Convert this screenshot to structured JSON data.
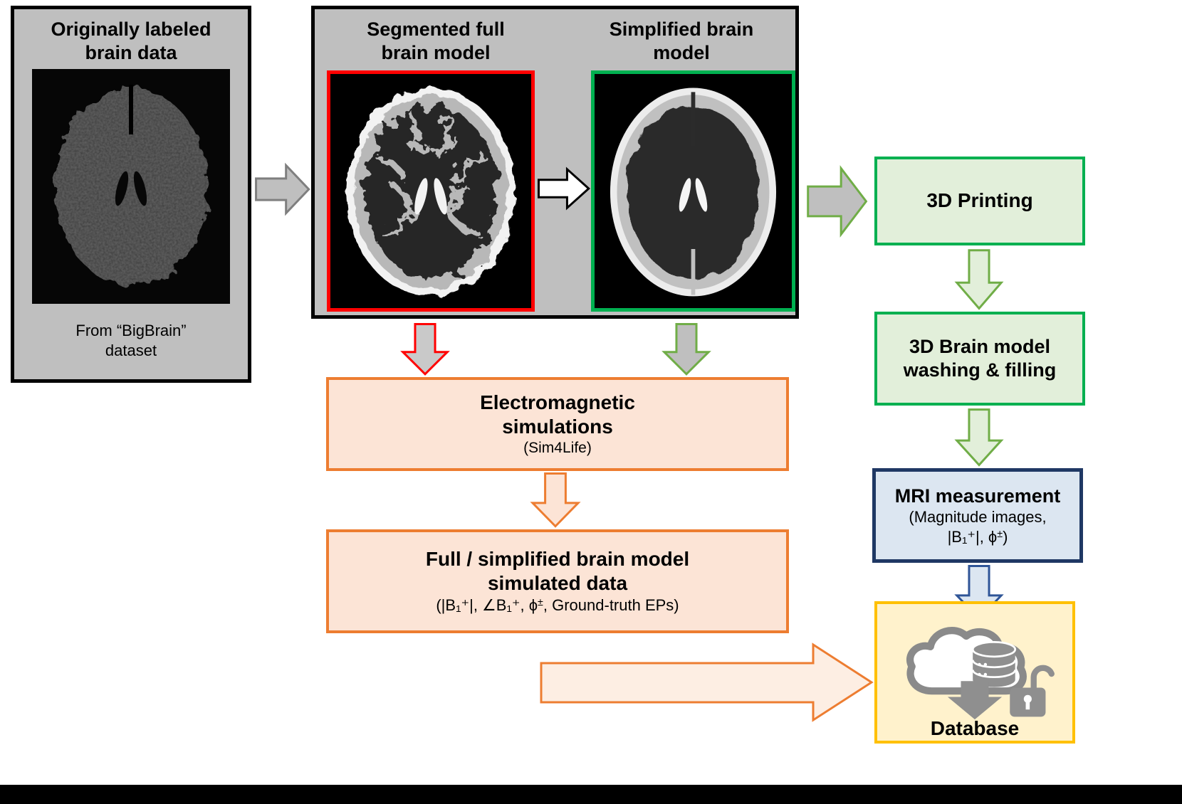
{
  "original_box": {
    "title1": "Originally labeled",
    "title2": "brain data",
    "caption1": "From “BigBrain”",
    "caption2": "dataset"
  },
  "models_box": {
    "segmented_title1": "Segmented full",
    "segmented_title2": "brain model",
    "simplified_title1": "Simplified brain",
    "simplified_title2": "model"
  },
  "printing_box": {
    "label": "3D Printing"
  },
  "washing_box": {
    "line1": "3D Brain model",
    "line2": "washing & filling"
  },
  "mri_box": {
    "title": "MRI measurement",
    "line2": "(Magnitude images,",
    "formula_pre": "|B₁⁺|, ϕ",
    "formula_sup": "±",
    "formula_post": ")"
  },
  "database_box": {
    "label": "Database"
  },
  "em_box": {
    "line1": "Electromagnetic",
    "line2": "simulations",
    "line3": "(Sim4Life)"
  },
  "sim_box": {
    "line1": "Full / simplified brain model",
    "line2": "simulated data",
    "formula_pre": "(|B₁⁺|, ∠B₁⁺, ϕ",
    "formula_sup": "±",
    "formula_post": ", Ground-truth EPs)"
  },
  "colors": {
    "gray_fill": "#bfbfbf",
    "red_frame": "#ff0000",
    "green_frame": "#00b050",
    "green_arrow": "#70ad47",
    "orange": "#ed7d31",
    "navy": "#1f3864",
    "gold": "#ffc000",
    "green_tint": "#e2efda",
    "blue_tint": "#dce6f1",
    "orange_tint": "#fce4d6",
    "yellow_tint": "#fff2cc"
  }
}
